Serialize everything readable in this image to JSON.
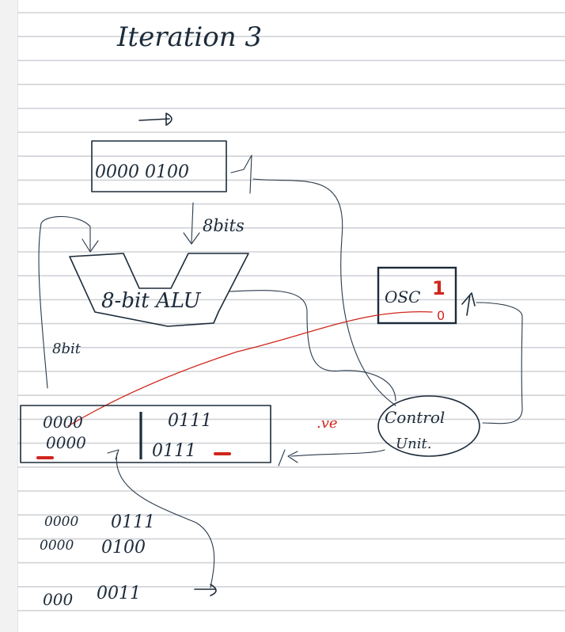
{
  "title": "Iteration 3",
  "register_top": "0000 0100",
  "bus_label": "8bits",
  "alu_label": "8-bit ALU",
  "side_bus_label": "8bit",
  "osc": {
    "label": "OSC",
    "high": "1",
    "low": "0"
  },
  "accumulator": {
    "left_row1": "0000",
    "left_row2": "0000",
    "right_row1": "0111",
    "right_row2": "0111"
  },
  "ve_label": ".ve",
  "control_unit": {
    "line1": "Control",
    "line2": "Unit."
  },
  "sums": {
    "row1_a": "0000",
    "row1_b": "0111",
    "row2_a": "0000",
    "row2_b": "0100",
    "row3_a": "000",
    "row3_b": "0011"
  },
  "colors": {
    "ink": "#1d2b3a",
    "red": "#d0261c",
    "rule": "#cfd2d6"
  }
}
